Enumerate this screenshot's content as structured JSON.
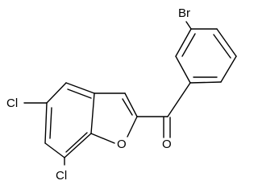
{
  "molecule": {
    "atoms": {
      "bromine": "Br",
      "oxygen_carbonyl": "O",
      "oxygen_furan": "O",
      "chlorine_c5": "Cl",
      "chlorine_c7": "Cl"
    }
  },
  "colors": {
    "bond": "#000000",
    "label": "#000000",
    "background": "#ffffff"
  }
}
